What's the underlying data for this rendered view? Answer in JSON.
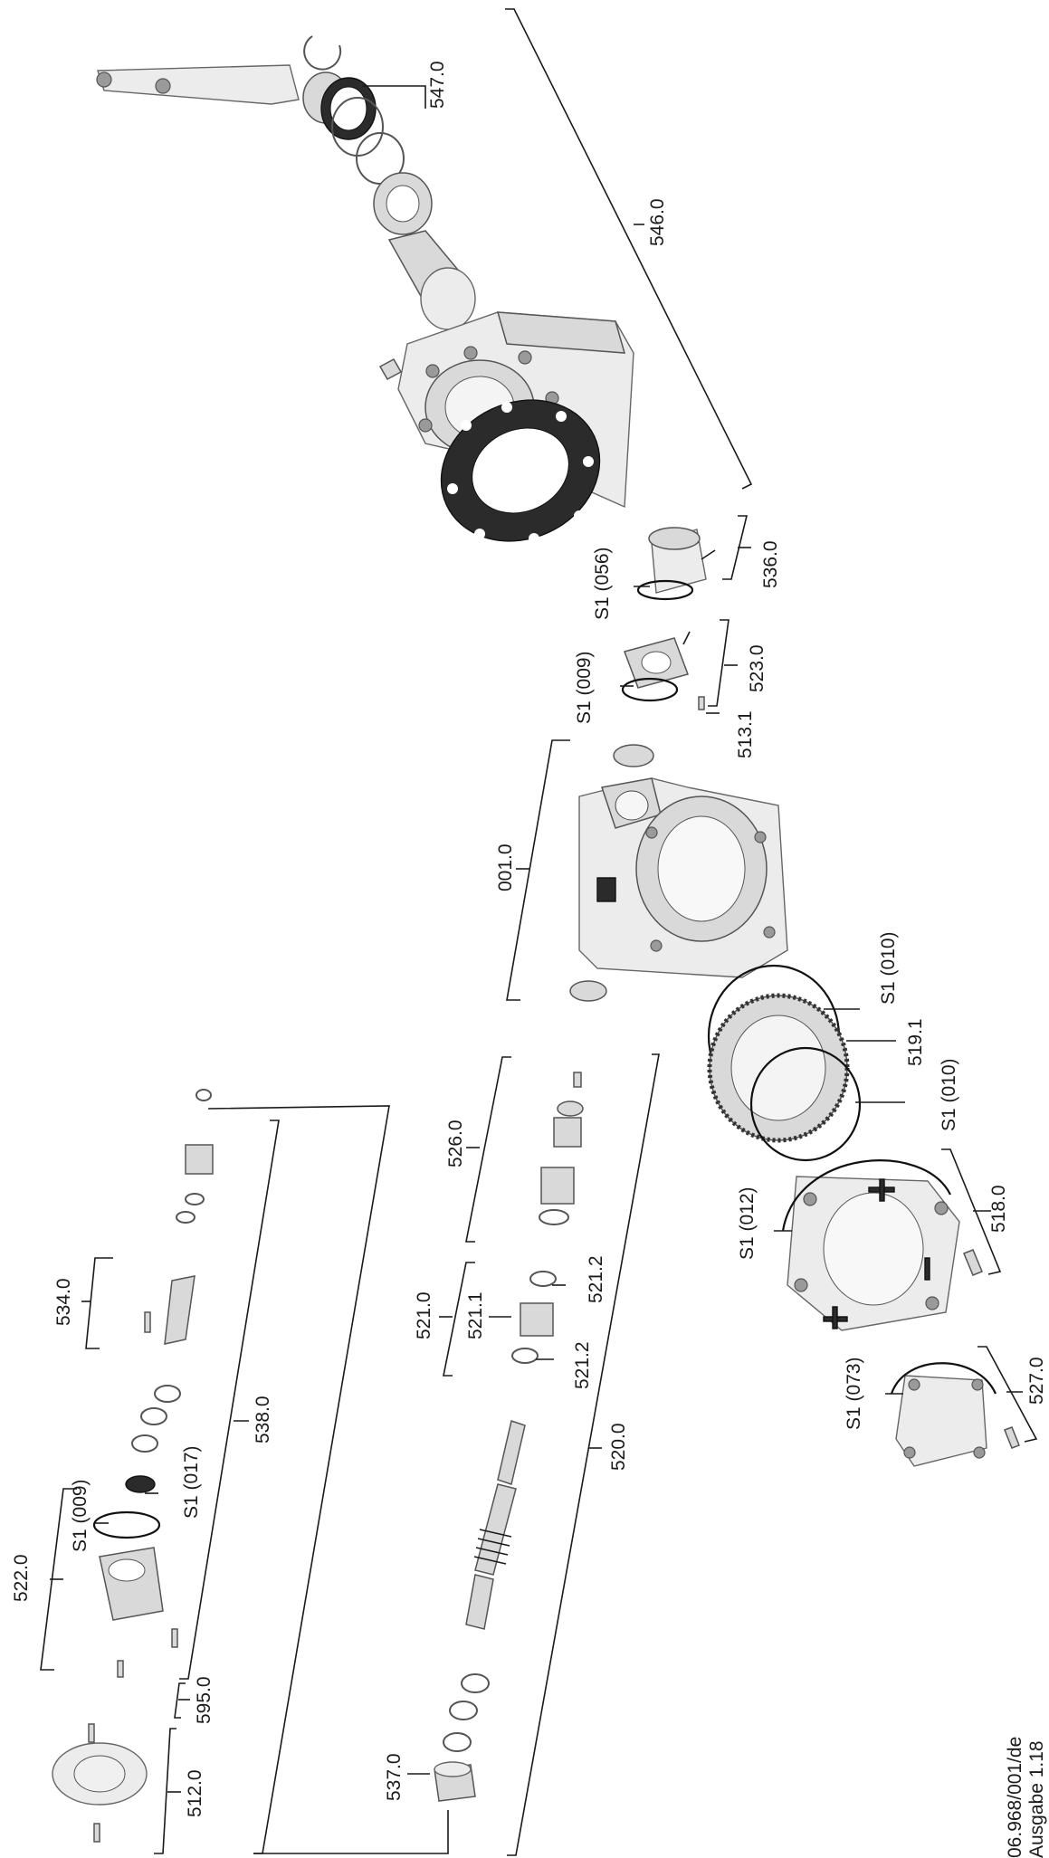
{
  "callouts": {
    "c547_0": "547.0",
    "c546_0": "546.0",
    "c536_0": "536.0",
    "s1_056": "S1 (056)",
    "c523_0": "523.0",
    "s1_009_a": "S1 (009)",
    "c513_1": "513.1",
    "c001_0": "001.0",
    "s1_010_a": "S1 (010)",
    "c519_1": "519.1",
    "s1_010_b": "S1 (010)",
    "c518_0": "518.0",
    "s1_012": "S1 (012)",
    "c527_0": "527.0",
    "s1_073": "S1 (073)",
    "c526_0": "526.0",
    "c521_0": "521.0",
    "c521_1": "521.1",
    "c521_2_a": "521.2",
    "c521_2_b": "521.2",
    "c520_0": "520.0",
    "c534_0": "534.0",
    "c538_0": "538.0",
    "c522_0": "522.0",
    "s1_009_b": "S1 (009)",
    "s1_017": "S1 (017)",
    "c595_0": "595.0",
    "c512_0": "512.0",
    "c537_0": "537.0"
  },
  "footer": {
    "doc_number": "06.968/001/de",
    "edition": "Ausgabe 1.18"
  }
}
